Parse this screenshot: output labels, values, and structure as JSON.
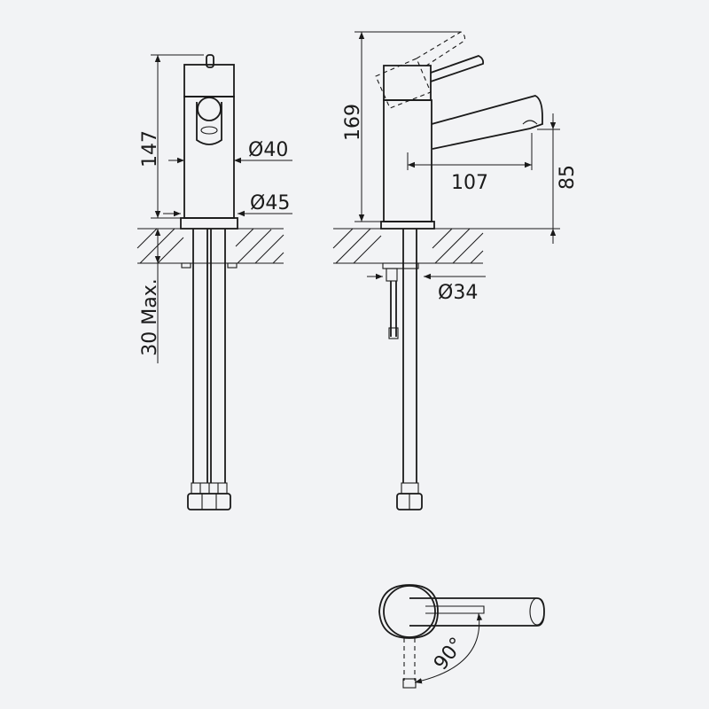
{
  "drawing": {
    "front": {
      "height_label": "147",
      "body_diameter_label": "Ø40",
      "base_diameter_label": "Ø45",
      "max_thickness_label": "30 Max."
    },
    "side": {
      "height_label": "169",
      "reach_label": "107",
      "spout_height_label": "85",
      "shank_diameter_label": "Ø34"
    },
    "top": {
      "rotation_label": "90°"
    }
  },
  "colors": {
    "background": "#f2f3f5",
    "line": "#1a1a1a"
  }
}
